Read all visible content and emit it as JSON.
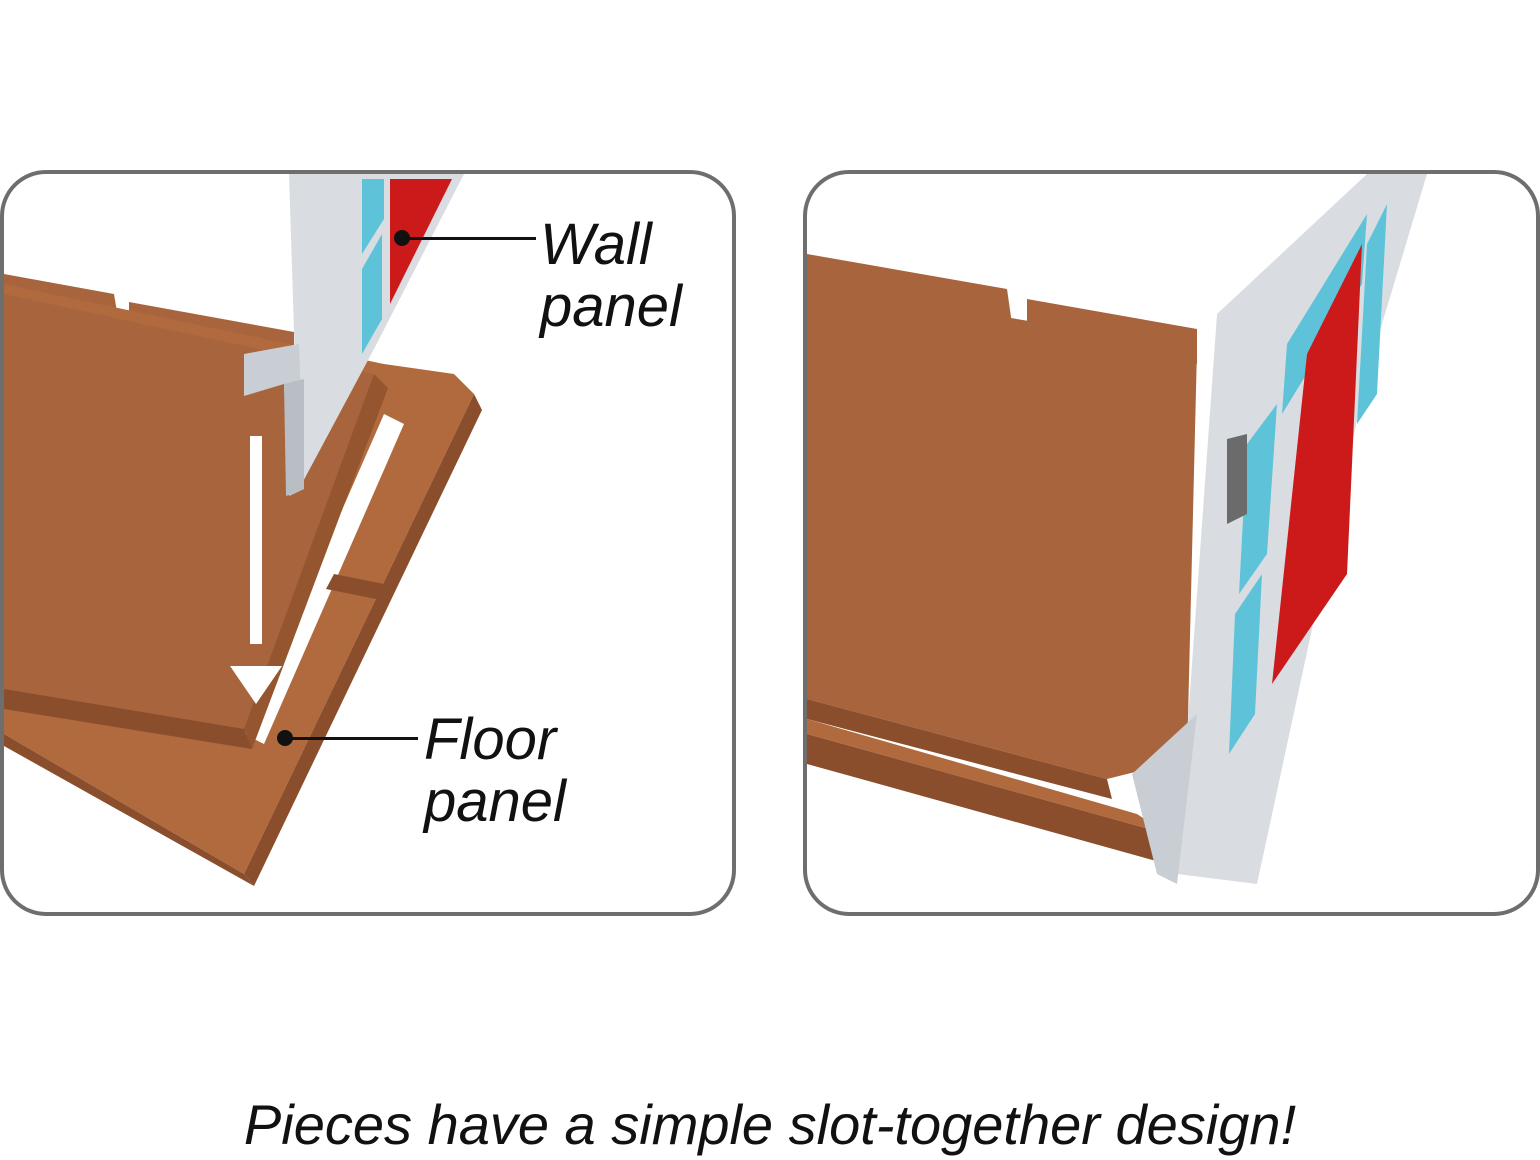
{
  "labels": {
    "wall": [
      "Wall",
      "panel"
    ],
    "floor": [
      "Floor",
      "panel"
    ]
  },
  "caption": "Pieces have a simple slot-together design!",
  "colors": {
    "floor": "#a8643c",
    "floor_light": "#c07a4a",
    "floor_dark": "#8a4e2c",
    "wall": "#d9dde2",
    "wall_shadow": "#b9bec5",
    "wall_red": "#cc1a1a",
    "wall_blue": "#5ec3d8",
    "frame": "#6e6e6e"
  },
  "icons": {
    "arrow": "down-arrow-icon"
  }
}
